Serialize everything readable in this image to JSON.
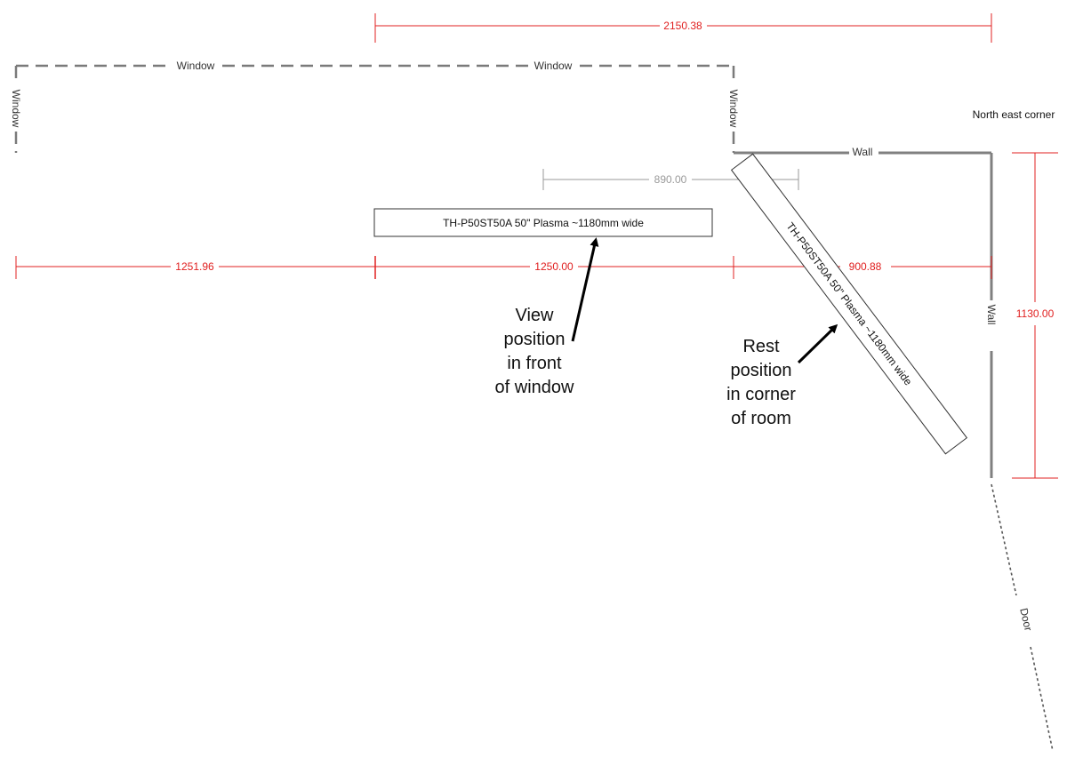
{
  "labels": {
    "window": "Window",
    "wall": "Wall",
    "door": "Door",
    "north_east_corner": "North east corner"
  },
  "dimensions": {
    "top_total": "2150.38",
    "tv_offset": "890.00",
    "left_span": "1251.96",
    "middle_span": "1250.00",
    "right_span": "900.88",
    "vertical_span": "1130.00"
  },
  "tv": {
    "view_label": "TH-P50ST50A 50\" Plasma ~1180mm wide",
    "rest_label": "TH-P50ST50A 50\" Plasma ~1180mm wide"
  },
  "notes": {
    "view_lines": [
      "View",
      "position",
      "in front",
      "of window"
    ],
    "rest_lines": [
      "Rest",
      "position",
      "in corner",
      "of room"
    ]
  },
  "colors": {
    "dimension": "#e02020",
    "wall": "#808080",
    "window": "#7a7a7a",
    "grey_dimension": "#999999"
  }
}
